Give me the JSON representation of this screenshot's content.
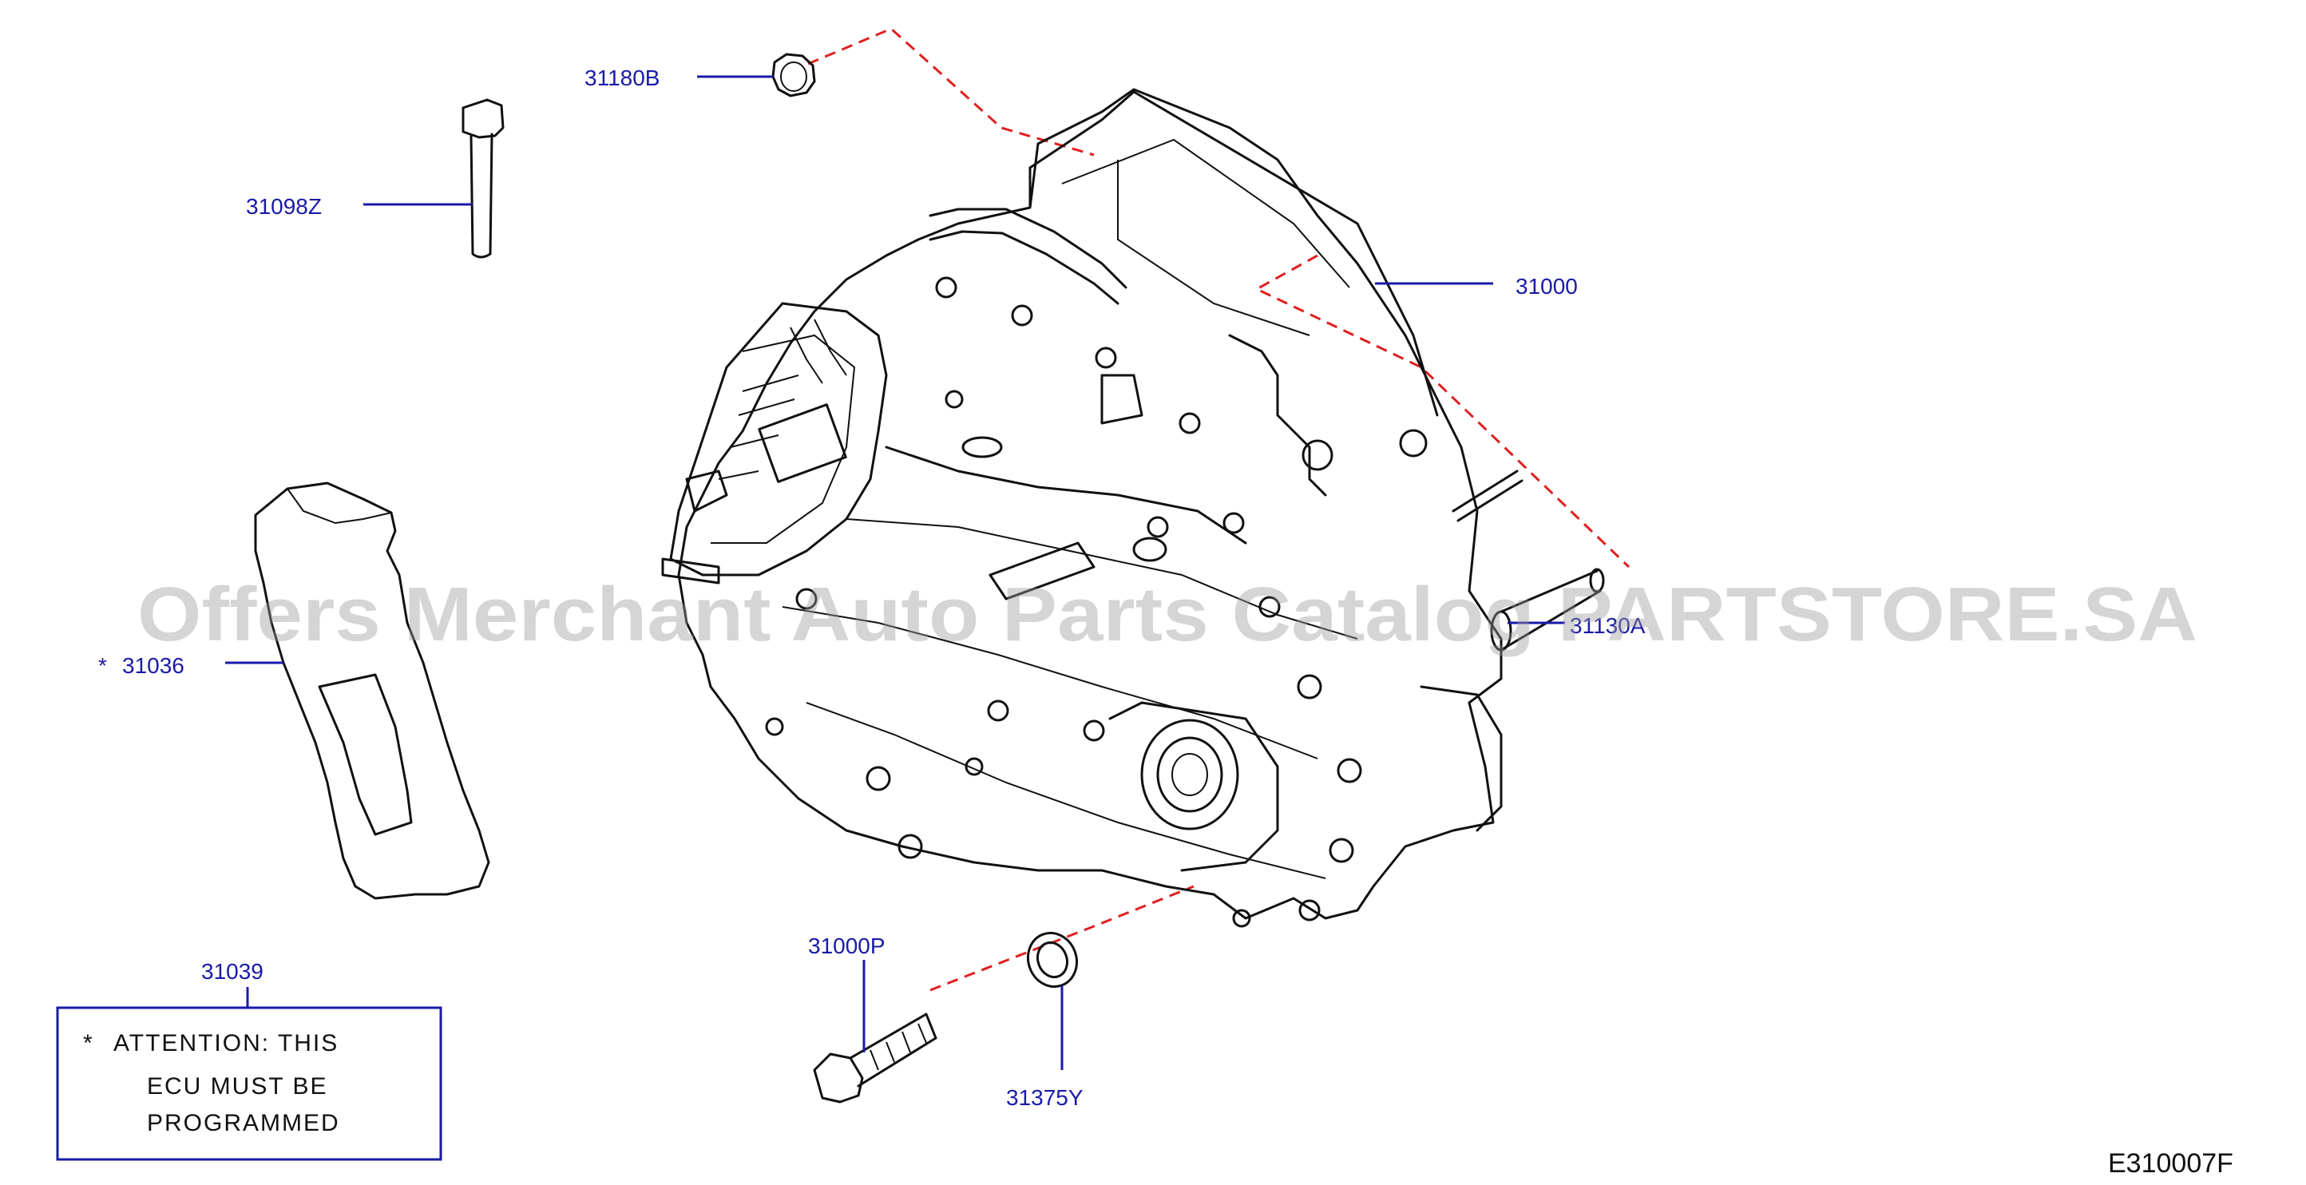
{
  "diagram": {
    "callouts": {
      "c31180B": "31180B",
      "c31098Z": "31098Z",
      "c31000": "31000",
      "c31036": "31036",
      "c31036_marker": "*",
      "c31130A": "31130A",
      "c31039": "31039",
      "c31000P": "31000P",
      "c31375Y": "31375Y"
    },
    "note": {
      "line1_star": "*",
      "line1": "ATTENTION:  THIS",
      "line2": "ECU  MUST  BE",
      "line3": "PROGRAMMED"
    },
    "reference_code": "E310007F",
    "watermark": "Offers Merchant Auto Parts Catalog PARTSTORE.SA",
    "colors": {
      "callout_text": "#1a1aa8",
      "leader_line": "#1a1aa8",
      "dashed_guide": "#e02020",
      "drawing": "#111111",
      "watermark": "#9a9a9a"
    }
  }
}
